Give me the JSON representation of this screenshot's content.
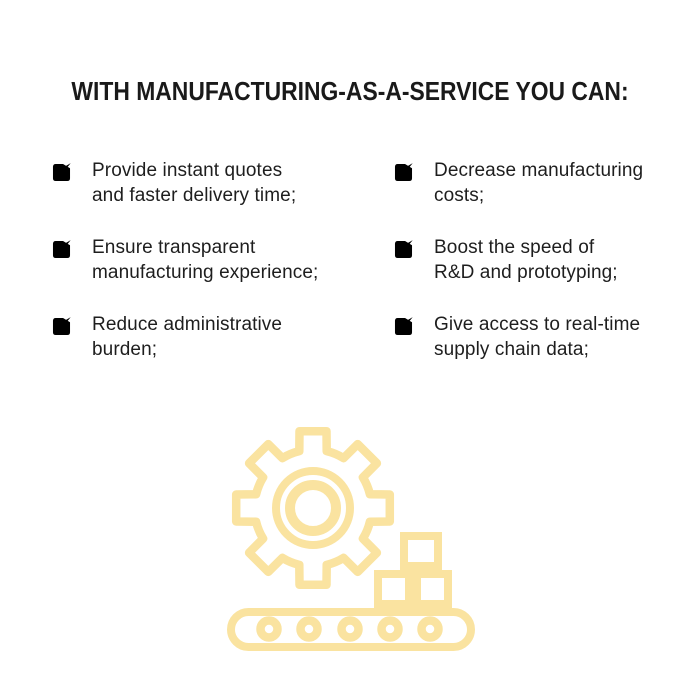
{
  "title": "WITH MANUFACTURING-AS-A-SERVICE YOU CAN:",
  "benefits": {
    "left": [
      {
        "text": "Provide instant quotes\nand faster delivery time;"
      },
      {
        "text": "Ensure transparent\nmanufacturing experience;"
      },
      {
        "text": "Reduce administrative\nburden;"
      }
    ],
    "right": [
      {
        "text": "Decrease manufacturing\ncosts;"
      },
      {
        "text": "Boost the speed of\nR&D and prototyping;"
      },
      {
        "text": "Give access to real-time\nsupply chain data;"
      }
    ]
  },
  "icons": {
    "bullet": "checked-checkbox-icon",
    "illustration": "gear-and-conveyor-belt-icon"
  },
  "colors": {
    "background": "#FFFFFF",
    "checkbox_yellow": "#FFD34E",
    "illustration_yellow": "#FAE3A0",
    "title_text": "#1A1A1A",
    "body_text": "#1E1E1E"
  }
}
